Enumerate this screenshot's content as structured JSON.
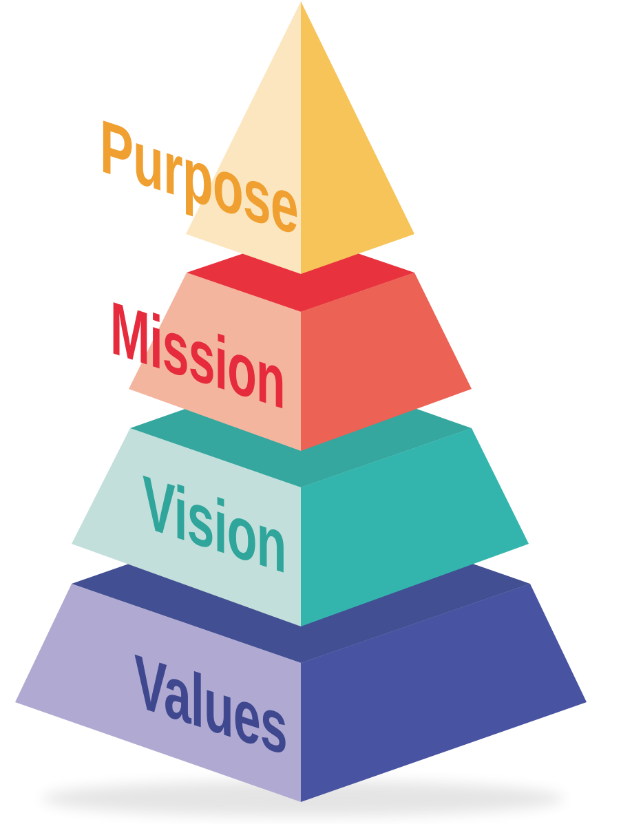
{
  "diagram": {
    "tiers": [
      {
        "key": "purpose",
        "label": "Purpose",
        "colors": {
          "left": "#FCE6BF",
          "right": "#F6C458",
          "text": "#F0A030"
        }
      },
      {
        "key": "mission",
        "label": "Mission",
        "colors": {
          "top": "#E8323E",
          "left": "#F4B59E",
          "right": "#EC6255",
          "text": "#E52B3C"
        }
      },
      {
        "key": "vision",
        "label": "Vision",
        "colors": {
          "top": "#35A79F",
          "left": "#C3DFDB",
          "right": "#33B5AE",
          "text": "#2FA59B"
        }
      },
      {
        "key": "values",
        "label": "Values",
        "colors": {
          "top": "#424F92",
          "left": "#B0AAD2",
          "right": "#4853A1",
          "text": "#3F478F"
        }
      }
    ]
  }
}
